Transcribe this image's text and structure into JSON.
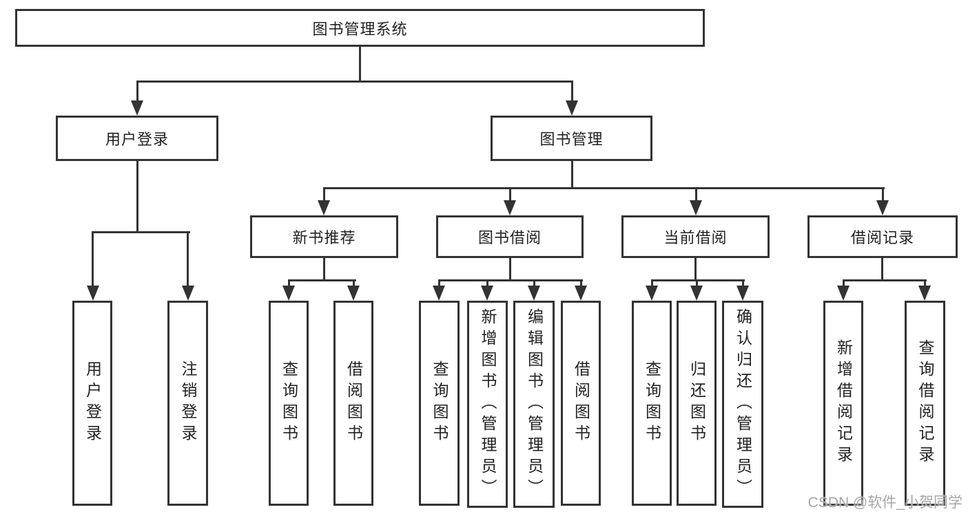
{
  "diagram_title": "图书管理系统",
  "nodes": {
    "root": "图书管理系统",
    "user_login": "用户登录",
    "book_management": "图书管理",
    "new_book_recommend": "新书推荐",
    "book_borrow": "图书借阅",
    "current_borrow": "当前借阅",
    "borrow_records": "借阅记录",
    "leaf_user_login": "用户登录",
    "leaf_logout": "注销登录",
    "nbr_query_books": "查询图书",
    "nbr_borrow_books": "借阅图书",
    "bb_query_books": "查询图书",
    "bb_add_books": "新增图书（管理员）",
    "bb_edit_books": "编辑图书（管理员）",
    "bb_borrow_books": "借阅图书",
    "cb_query_books": "查询图书",
    "cb_return_books": "归还图书",
    "cb_confirm_return": "确认归还（管理员）",
    "br_add_record": "新增借阅记录",
    "br_query_record": "查询借阅记录"
  },
  "hierarchy": {
    "图书管理系统": {
      "用户登录": [
        "用户登录",
        "注销登录"
      ],
      "图书管理": {
        "新书推荐": [
          "查询图书",
          "借阅图书"
        ],
        "图书借阅": [
          "查询图书",
          "新增图书（管理员）",
          "编辑图书（管理员）",
          "借阅图书"
        ],
        "当前借阅": [
          "查询图书",
          "归还图书",
          "确认归还（管理员）"
        ],
        "借阅记录": [
          "新增借阅记录",
          "查询借阅记录"
        ]
      }
    }
  },
  "watermark": "CSDN @软件_小贺同学",
  "colors": {
    "line": "#333333",
    "text": "#222222",
    "background": "#ffffff",
    "watermark": "#a6a6a6"
  }
}
